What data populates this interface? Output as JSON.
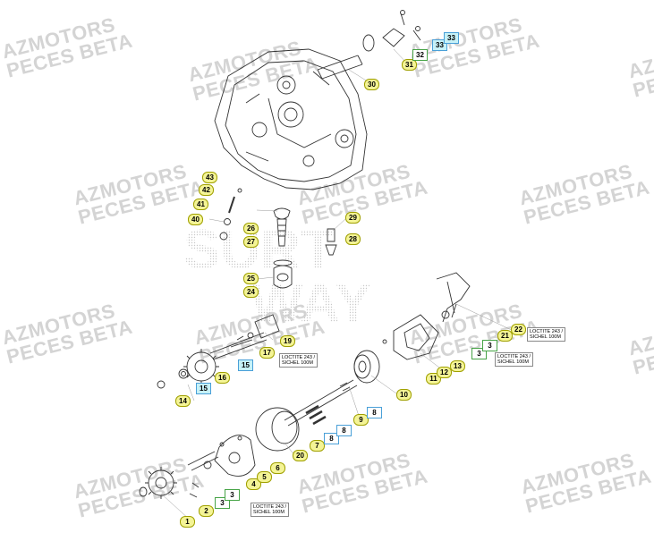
{
  "watermark": {
    "line1": "AZMOTORS",
    "line2": "PECES BETA",
    "logo_letters_1": "SURT",
    "logo_letters_2": "WAY"
  },
  "callouts": {
    "c1": "1",
    "c2": "2",
    "c3a": "3",
    "c3b": "3",
    "c4": "4",
    "c5": "5",
    "c6": "6",
    "c7": "7",
    "c8a": "8",
    "c8b": "8",
    "c9": "9",
    "c10": "10",
    "c11": "11",
    "c12": "12",
    "c13": "13",
    "c14": "14",
    "c15a": "15",
    "c15b": "15",
    "c16": "16",
    "c17": "17",
    "c19": "19",
    "c20": "20",
    "c21": "21",
    "c22": "22",
    "c3c": "3",
    "c3d": "3",
    "c24": "24",
    "c25": "25",
    "c26": "26",
    "c27": "27",
    "c28": "28",
    "c29": "29",
    "c30": "30",
    "c31": "31",
    "c32": "32",
    "c33a": "33",
    "c33b": "33",
    "c40": "40",
    "c41": "41",
    "c42": "42",
    "c43": "43"
  },
  "notes": {
    "loctite_a": {
      "line1": "LOCTITE 243 /",
      "line2": "SICHEL 100M"
    },
    "loctite_b": {
      "line1": "LOCTITE 243 /",
      "line2": "SICHEL 100M"
    },
    "loctite_c": {
      "line1": "LOCTITE 243 /",
      "line2": "SICHEL 100M"
    },
    "loctite_d": {
      "line1": "LOCTITE 243 /",
      "line2": "SICHEL 100M"
    }
  }
}
